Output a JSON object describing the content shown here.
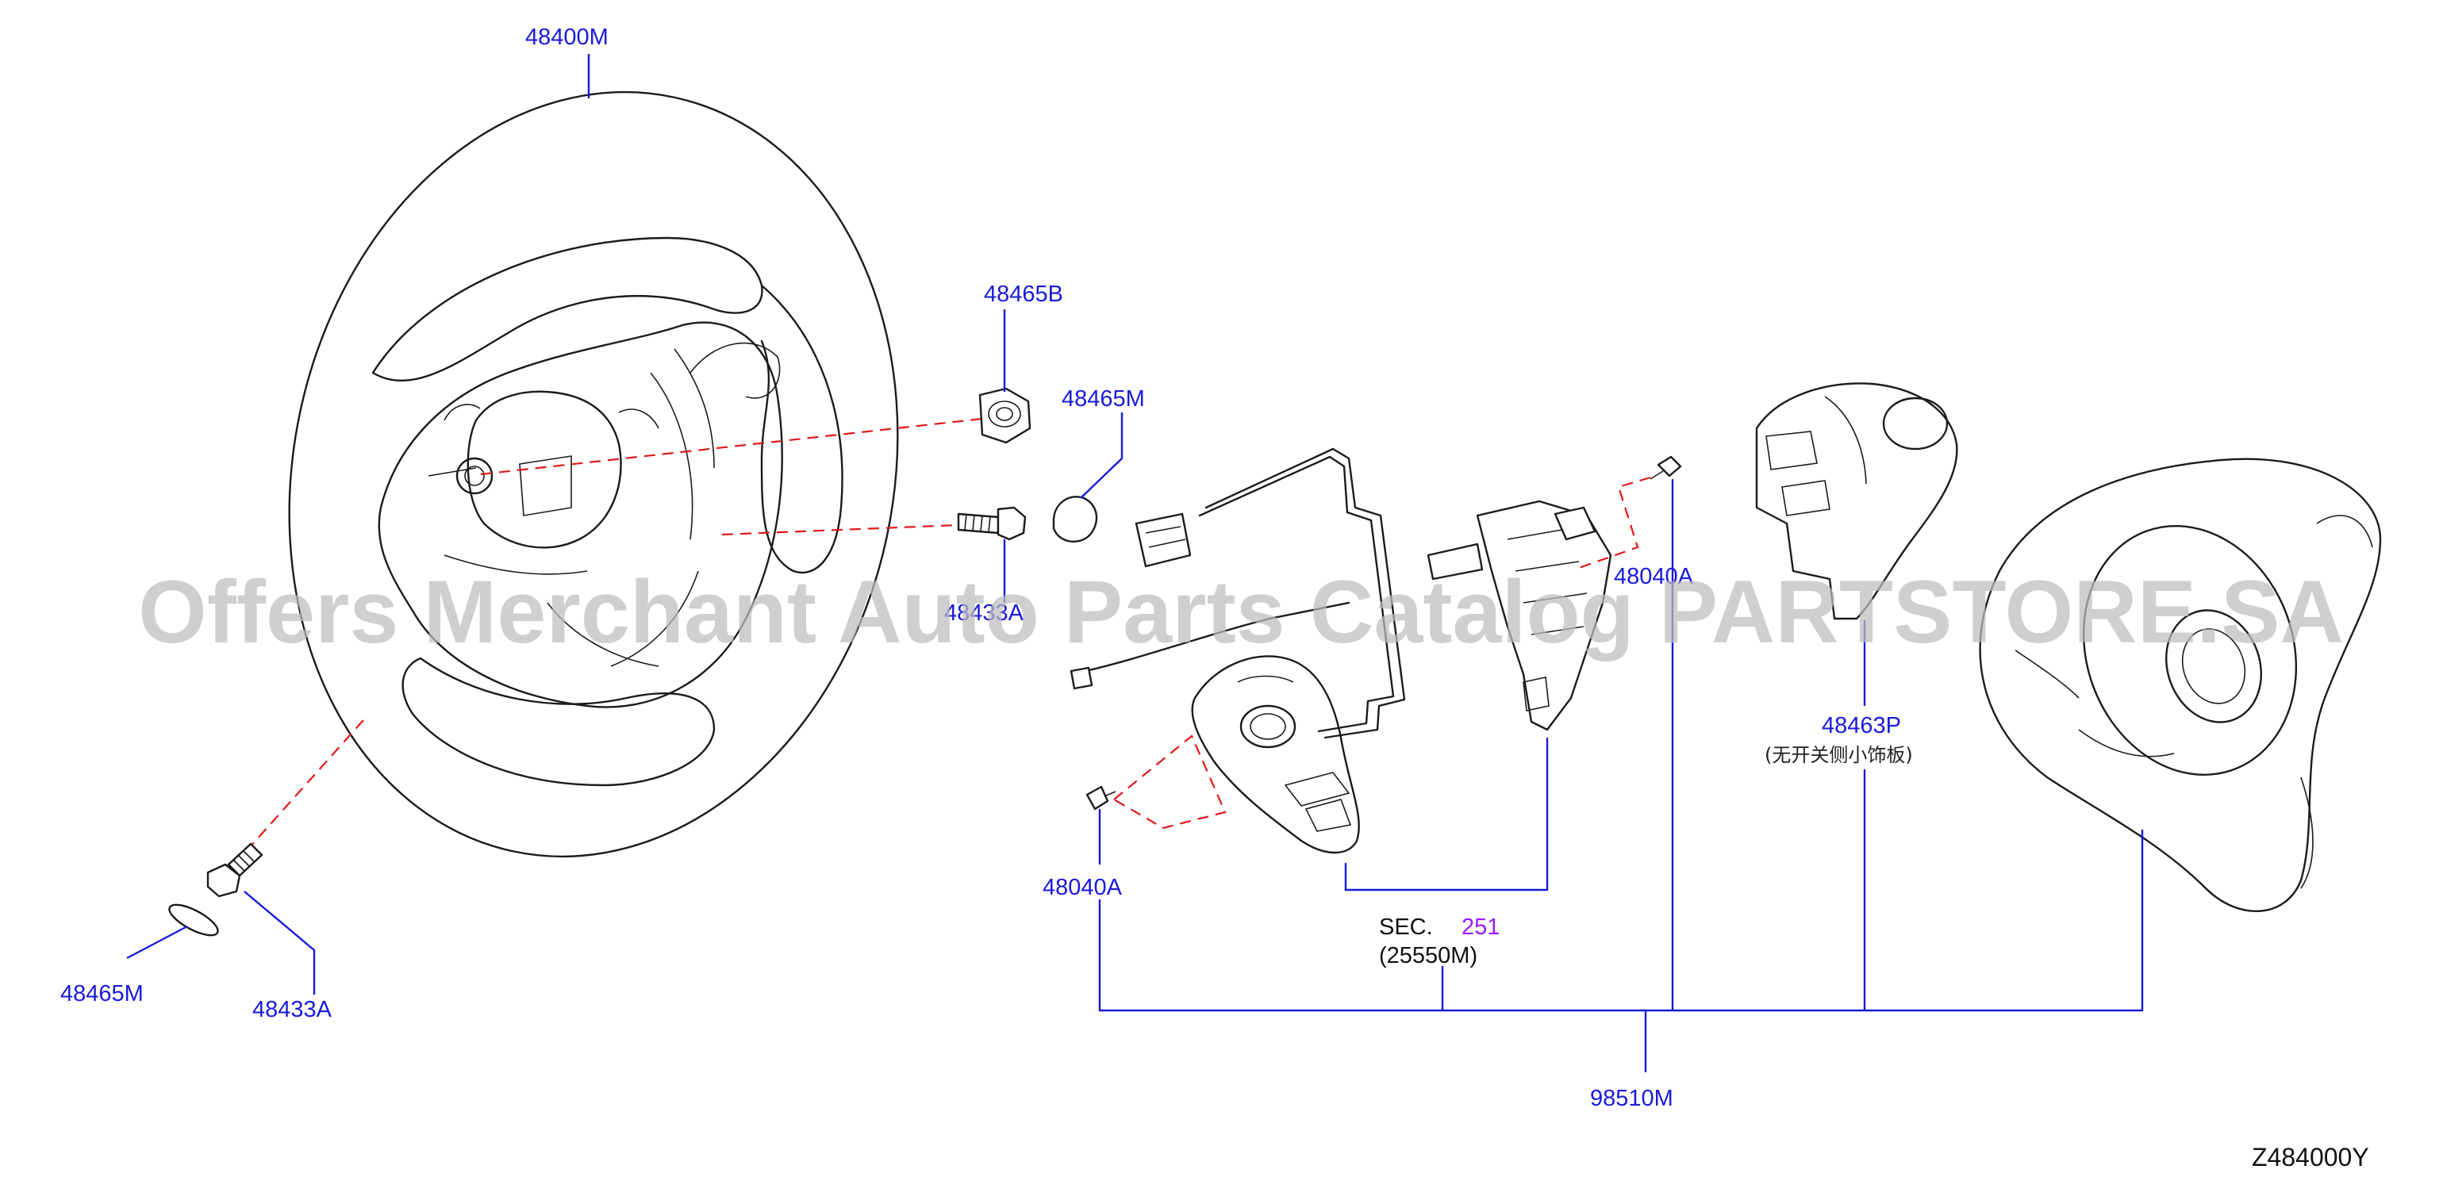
{
  "diagram": {
    "reference_code": "Z484000Y",
    "watermark": "Offers Merchant Auto Parts Catalog PARTSTORE.SA",
    "colors": {
      "label": "#1a1adb",
      "leader": "#1a1adb",
      "assembly_dash": "#e01818",
      "section_number": "#9a1aff",
      "watermark": "#bdbdbd"
    },
    "labels": {
      "steering_wheel": "48400M",
      "nut": "48465B",
      "cap": "48465M",
      "bolt_upper": "48433A",
      "screw_right": "48040A",
      "screw_left": "48040A",
      "cover": "48463P",
      "cover_note": "(无开关侧小饰板)",
      "washer_bottom": "48465M",
      "bolt_bottom": "48433A",
      "sec_prefix": "SEC.",
      "sec_number": "251",
      "sec_part": "(25550M)",
      "assembly": "98510M"
    }
  }
}
